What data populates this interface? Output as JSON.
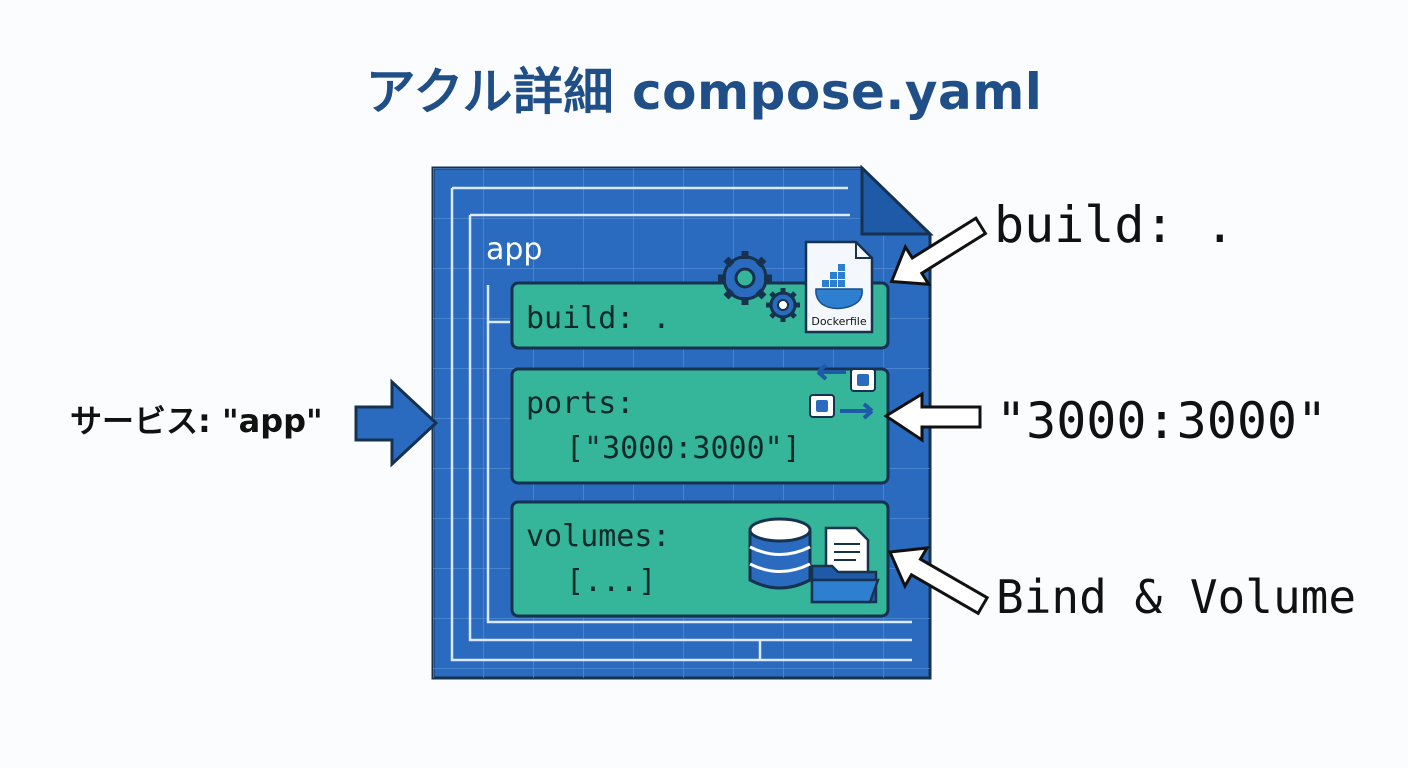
{
  "title": "アクル詳細 compose.yaml",
  "service_label": "サービス: \"app\"",
  "file": {
    "service_name": "app",
    "build_key": "build: .",
    "ports_key": "ports:",
    "ports_value": "[\"3000:3000\"]",
    "volumes_key": "volumes:",
    "volumes_value": "[...]",
    "dockerfile_label": "Dockerfile"
  },
  "callouts": {
    "build": "build: .",
    "ports": "\"3000:3000\"",
    "volumes": "Bind & Volume"
  },
  "colors": {
    "title": "#1f4f86",
    "file_blue": "#2a6bbf",
    "section_teal": "#35b59a",
    "outline": "#16324f"
  }
}
